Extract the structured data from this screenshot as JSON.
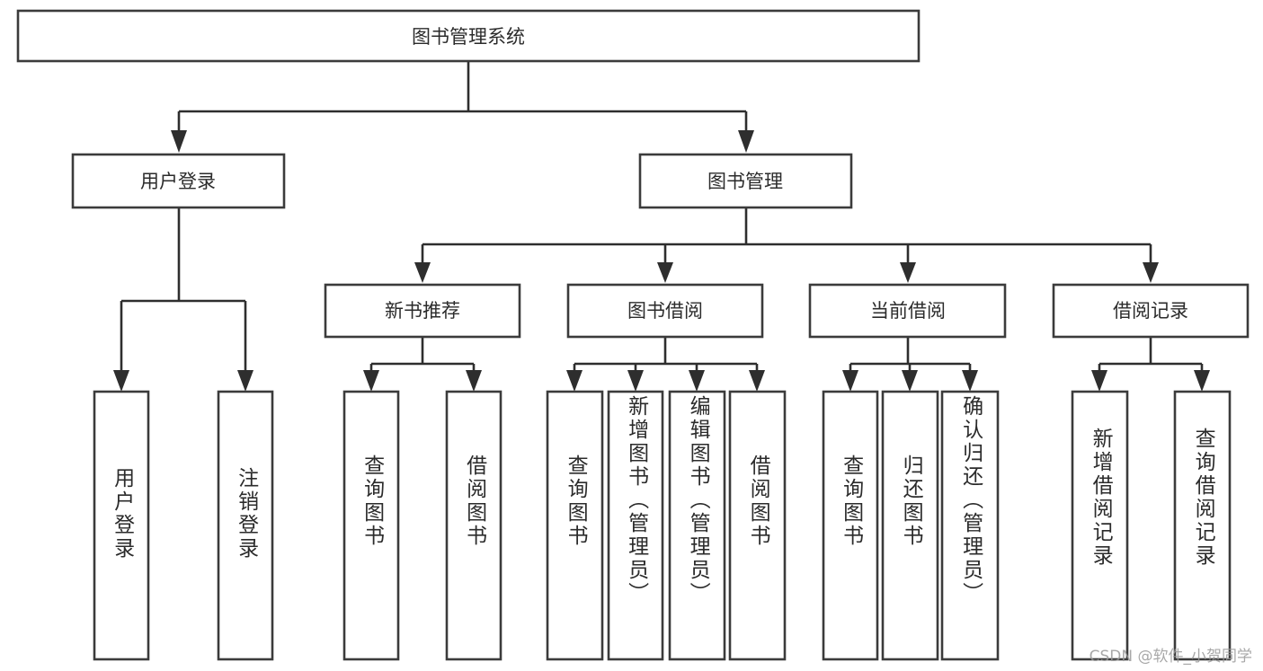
{
  "diagram": {
    "type": "tree-hierarchy",
    "title": "图书管理系统",
    "watermark": "CSDN @软件_小贺同学",
    "colors": {
      "box_stroke": "#3b3b3b",
      "connector": "#2e2e2e",
      "text": "#2b2b2b",
      "background": "#ffffff",
      "watermark": "#9a9a9a"
    },
    "root": {
      "id": "root",
      "label": "图书管理系统"
    },
    "level2": [
      {
        "id": "user-login",
        "label": "用户登录"
      },
      {
        "id": "book-manage",
        "label": "图书管理"
      }
    ],
    "level3": [
      {
        "id": "new-book-recommend",
        "label": "新书推荐",
        "parent": "book-manage"
      },
      {
        "id": "book-borrow",
        "label": "图书借阅",
        "parent": "book-manage"
      },
      {
        "id": "current-borrow",
        "label": "当前借阅",
        "parent": "book-manage"
      },
      {
        "id": "borrow-record",
        "label": "借阅记录",
        "parent": "book-manage"
      }
    ],
    "leaves": [
      {
        "id": "leaf-user-login",
        "label": "用户登录",
        "parent": "user-login"
      },
      {
        "id": "leaf-logout-login",
        "label": "注销登录",
        "parent": "user-login"
      },
      {
        "id": "leaf-query-book-1",
        "label": "查询图书",
        "parent": "new-book-recommend"
      },
      {
        "id": "leaf-borrow-book-1",
        "label": "借阅图书",
        "parent": "new-book-recommend"
      },
      {
        "id": "leaf-query-book-2",
        "label": "查询图书",
        "parent": "book-borrow"
      },
      {
        "id": "leaf-add-book",
        "label": "新增图书（管理员）",
        "parent": "book-borrow"
      },
      {
        "id": "leaf-edit-book",
        "label": "编辑图书（管理员）",
        "parent": "book-borrow"
      },
      {
        "id": "leaf-borrow-book-2",
        "label": "借阅图书",
        "parent": "book-borrow"
      },
      {
        "id": "leaf-query-book-3",
        "label": "查询图书",
        "parent": "current-borrow"
      },
      {
        "id": "leaf-return-book",
        "label": "归还图书",
        "parent": "current-borrow"
      },
      {
        "id": "leaf-confirm-return",
        "label": "确认归还（管理员）",
        "parent": "current-borrow"
      },
      {
        "id": "leaf-add-record",
        "label": "新增借阅记录",
        "parent": "borrow-record"
      },
      {
        "id": "leaf-query-record",
        "label": "查询借阅记录",
        "parent": "borrow-record"
      }
    ]
  }
}
